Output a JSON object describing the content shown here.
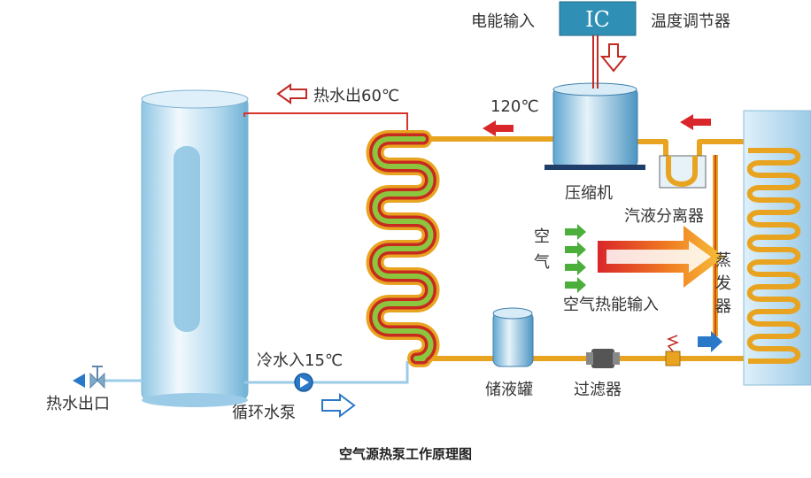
{
  "labels": {
    "electric_input": "电能输入",
    "ic": "IC",
    "temp_regulator": "温度调节器",
    "hot_water_out": "热水出60℃",
    "temp_120": "120℃",
    "compressor": "压缩机",
    "separator": "汽液分离器",
    "air_1": "空",
    "air_2": "气",
    "air_heat_input": "空气热能输入",
    "evaporator_1": "蒸",
    "evaporator_2": "发",
    "evaporator_3": "器",
    "cold_water_in": "冷水入15℃",
    "circ_pump": "循环水泵",
    "hot_water_outlet": "热水出口",
    "receiver": "储液罐",
    "filter": "过滤器"
  },
  "caption": "空气源热泵工作原理图",
  "colors": {
    "pipe": "#e8a420",
    "coil_outer": "#c72a1e",
    "coil_inner": "#8cc63e",
    "water_red": "#d6332a",
    "tank_blue": "#bcdff0",
    "ic_box": "#2f8fb5",
    "arrow_red": "#d9262a",
    "arrow_green": "#4caf3c",
    "arrow_blue": "#2a78c8"
  }
}
